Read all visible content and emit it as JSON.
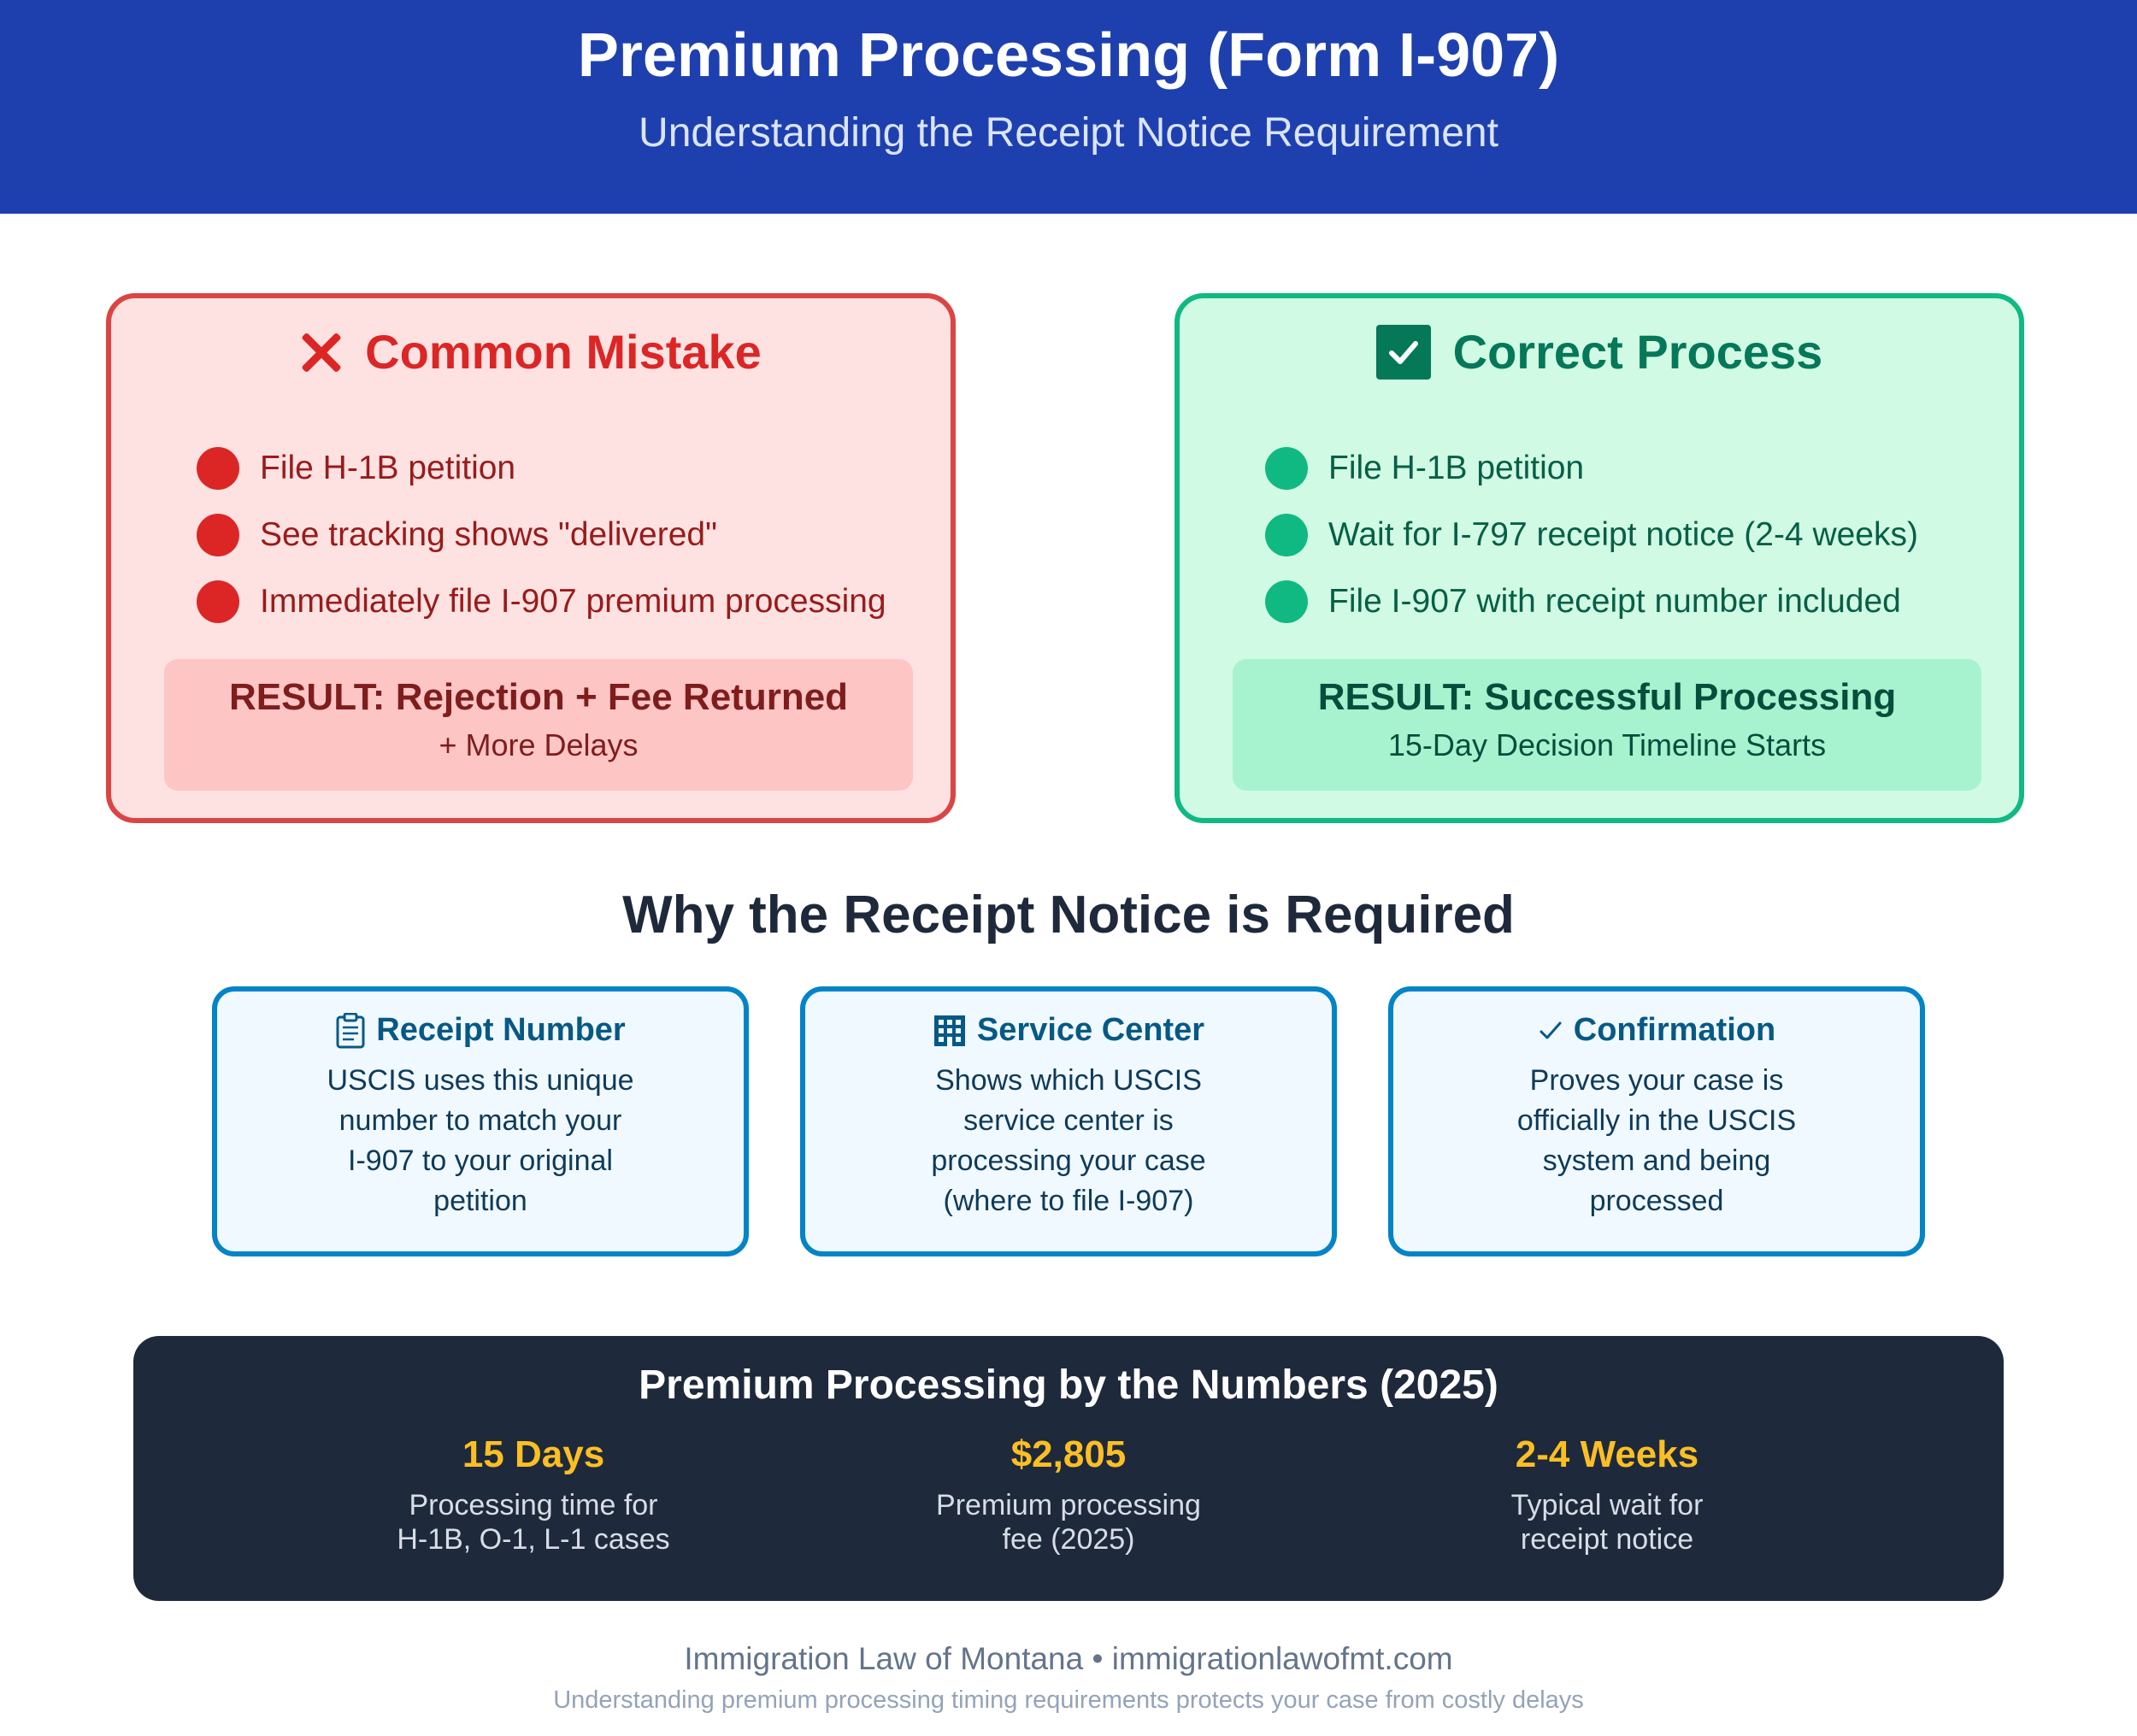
{
  "header": {
    "title": "Premium Processing (Form I-907)",
    "subtitle": "Understanding the Receipt Notice Requirement"
  },
  "mistake_panel": {
    "icon": "x-icon",
    "title": "Common Mistake",
    "steps": [
      "File H-1B petition",
      "See tracking shows \"delivered\"",
      "Immediately file I-907 premium processing"
    ],
    "result_title": "RESULT: Rejection + Fee Returned",
    "result_sub": "+ More Delays",
    "color": "#dc2626"
  },
  "correct_panel": {
    "icon": "checkbox-check-icon",
    "title": "Correct Process",
    "steps": [
      "File H-1B petition",
      "Wait for I-797 receipt notice (2-4 weeks)",
      "File I-907 with receipt number included"
    ],
    "result_title": "RESULT: Successful Processing",
    "result_sub": "15-Day Decision Timeline Starts",
    "color": "#10b981"
  },
  "why_section": {
    "title": "Why the Receipt Notice is Required",
    "cards": [
      {
        "icon": "clipboard-icon",
        "title": "Receipt Number",
        "lines": [
          "USCIS uses this unique",
          "number to match your",
          "I-907 to your original",
          "petition"
        ]
      },
      {
        "icon": "building-icon",
        "title": "Service Center",
        "lines": [
          "Shows which USCIS",
          "service center is",
          "processing your case",
          "(where to file I-907)"
        ]
      },
      {
        "icon": "checkmark-icon",
        "title": "Confirmation",
        "lines": [
          "Proves your case is",
          "officially in the USCIS",
          "system and being",
          "processed"
        ]
      }
    ]
  },
  "numbers": {
    "title": "Premium Processing by the Numbers (2025)",
    "stats": [
      {
        "value": "15 Days",
        "label_lines": [
          "Processing time for",
          "H-1B, O-1, L-1 cases"
        ]
      },
      {
        "value": "$2,805",
        "label_lines": [
          "Premium processing",
          "fee (2025)"
        ]
      },
      {
        "value": "2-4 Weeks",
        "label_lines": [
          "Typical wait for",
          "receipt notice"
        ]
      }
    ]
  },
  "footer": {
    "main": "Immigration Law of Montana • immigrationlawofmt.com",
    "sub": "Understanding premium processing timing requirements protects your case from costly delays"
  }
}
